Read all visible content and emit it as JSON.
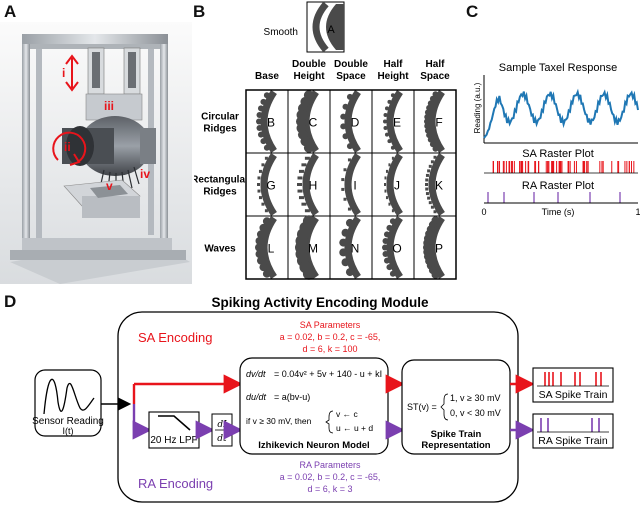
{
  "panel_labels": {
    "a": "A",
    "b": "B",
    "c": "C",
    "d": "D"
  },
  "panel_a": {
    "labels": [
      "i",
      "ii",
      "iii",
      "iv",
      "v"
    ]
  },
  "panel_b": {
    "smooth_label": "Smooth",
    "smooth_letter": "A",
    "columns": [
      "Base",
      "Double Height",
      "Double Space",
      "Half Height",
      "Half Space"
    ],
    "rows": [
      {
        "name": "Circular Ridges",
        "letters": [
          "B",
          "C",
          "D",
          "E",
          "F"
        ]
      },
      {
        "name": "Rectangular Ridges",
        "letters": [
          "G",
          "H",
          "I",
          "J",
          "K"
        ]
      },
      {
        "name": "Waves",
        "letters": [
          "L",
          "M",
          "N",
          "O",
          "P"
        ]
      }
    ]
  },
  "panel_c": {
    "title": "Sample Taxel Response",
    "ylabel": "Reading (a.u.)",
    "sa_title": "SA Raster Plot",
    "ra_title": "RA Raster Plot",
    "xlabel": "Time (s)",
    "x_ticks": [
      "0",
      "1"
    ],
    "colors": {
      "response": "#1f77b4",
      "sa": "#e8141b",
      "ra": "#7b3fb0"
    }
  },
  "panel_d": {
    "title": "Spiking Activity Encoding Module",
    "sa_encoding": "SA Encoding",
    "ra_encoding": "RA Encoding",
    "sa_params": {
      "title": "SA Parameters",
      "line1": "a = 0.02, b = 0.2, c = -65,",
      "line2": "d = 6, k = 100"
    },
    "ra_params": {
      "title": "RA Parameters",
      "line1": "a = 0.02, b = 0.2, c = -65,",
      "line2": "d = 6, k = 3"
    },
    "sensor_label": "Sensor Reading",
    "sensor_sub": "I(t)",
    "lpf_label": "20 Hz LPF",
    "deriv_num": "dI",
    "deriv_den": "dt",
    "izh": {
      "eq1_left": "dv/dt",
      "eq1_right": "= 0.04v² + 5v + 140 - u + kI",
      "eq2_left": "du/dt",
      "eq2_right": "= a(bv-u)",
      "eq3_if": "if v ≥ 30 mV, then",
      "eq3_a": "v ← c",
      "eq3_b": "u ← u + d",
      "caption": "Izhikevich Neuron Model"
    },
    "st": {
      "lhs": "ST(v) =",
      "case1": "1,   v ≥ 30 mV",
      "case2": "0,   v < 30 mV",
      "caption1": "Spike Train",
      "caption2": "Representation"
    },
    "sa_out": "SA Spike Train",
    "ra_out": "RA Spike Train",
    "colors": {
      "sa": "#e8141b",
      "ra": "#7b3fb0"
    }
  }
}
